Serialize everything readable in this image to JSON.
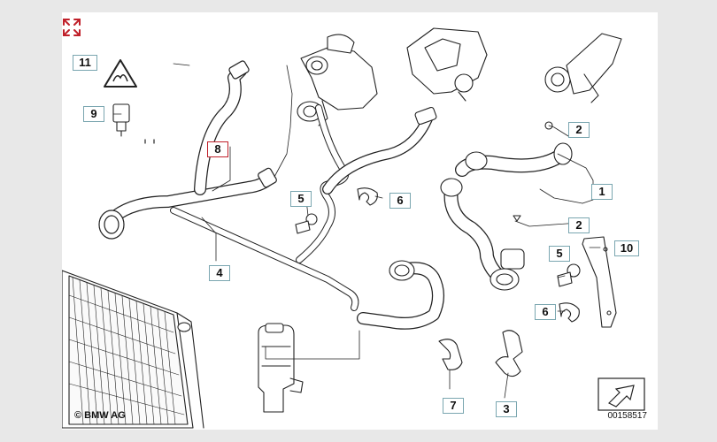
{
  "diagram": {
    "callouts": {
      "c1": "1",
      "c2a": "2",
      "c2b": "2",
      "c3": "3",
      "c4": "4",
      "c5a": "5",
      "c5b": "5",
      "c6a": "6",
      "c6b": "6",
      "c7": "7",
      "c8": "8",
      "c9": "9",
      "c10": "10",
      "c11": "11"
    },
    "copyright": "© BMW AG",
    "diagram_id": "00158517",
    "highlight_color": "#c0202a",
    "callout_border_color": "#7aa6b0",
    "icons": [
      "expand-icon",
      "hot-coolant-warning-icon",
      "arrow-pointer-icon"
    ]
  }
}
